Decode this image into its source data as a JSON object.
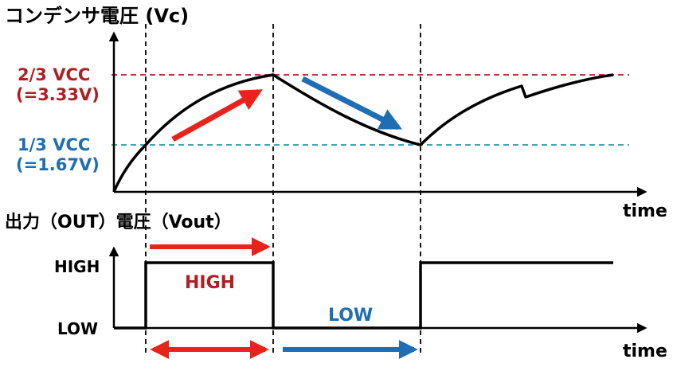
{
  "top_title": "コンデンサ電圧 (Vc)",
  "bottom_title": "出力（OUT）電圧（Vout）",
  "level_upper_line1": "2/3 VCC",
  "level_upper_line2": "(=3.33V)",
  "level_lower_line1": "1/3 VCC",
  "level_lower_line2": "(=1.67V)",
  "time_label_top": "time",
  "time_label_bottom": "time",
  "high_axis_label": "HIGH",
  "low_axis_label": "LOW",
  "high_segment_label": "HIGH",
  "low_segment_label": "LOW",
  "colors": {
    "red": "#e8231c",
    "dark_red": "#b01e23",
    "blue": "#1f6db2",
    "teal": "#2a9aa5",
    "black": "#000000"
  }
}
